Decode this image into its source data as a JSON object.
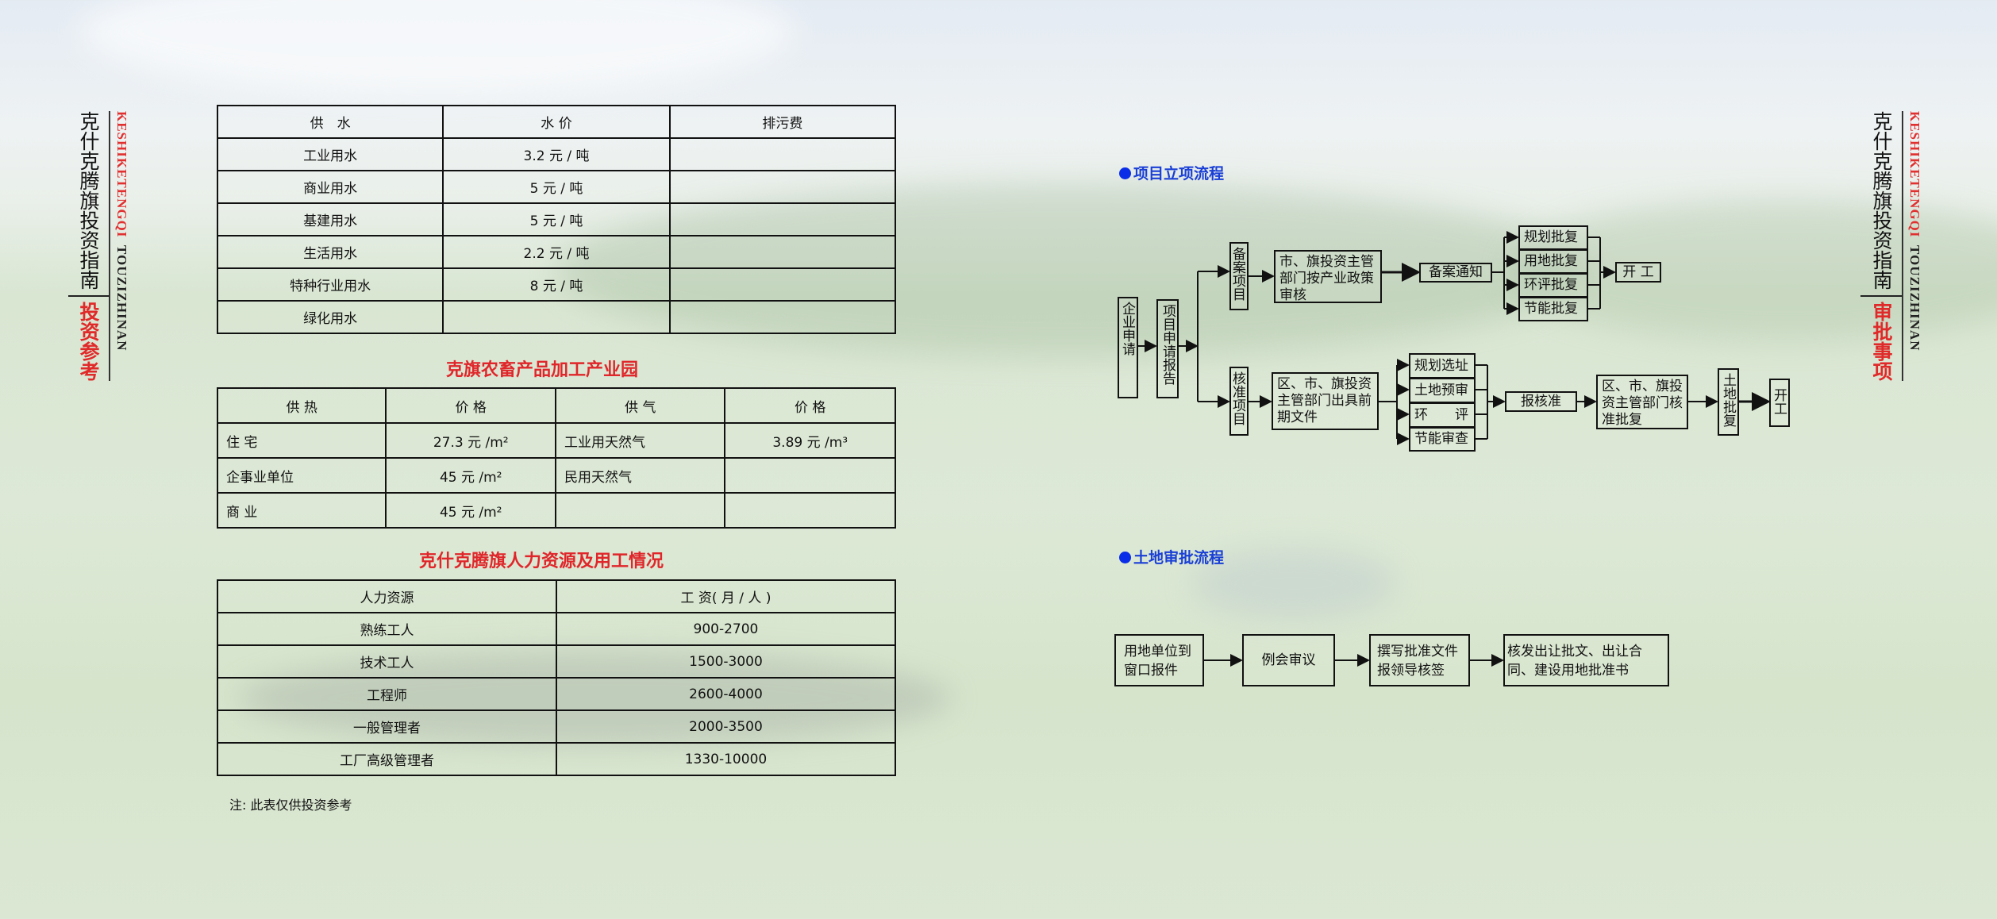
{
  "left_banner": {
    "title": "克什克腾旗投资指南",
    "section": "投资参考",
    "latin_red": "KESHIKETENGQI",
    "latin_black": "TOUZIZHINAN"
  },
  "right_banner": {
    "title": "克什克腾旗投资指南",
    "section": "审批事项",
    "latin_red": "KESHIKETENGQI",
    "latin_black": "TOUZIZHINAN"
  },
  "water_table": {
    "headers": [
      "供　水",
      "水 价",
      "排污费"
    ],
    "rows": [
      [
        "工业用水",
        "3.2 元 / 吨",
        ""
      ],
      [
        "商业用水",
        "5 元 / 吨",
        ""
      ],
      [
        "基建用水",
        "5 元 / 吨",
        ""
      ],
      [
        "生活用水",
        "2.2 元 / 吨",
        ""
      ],
      [
        "特种行业用水",
        "8 元 / 吨",
        ""
      ],
      [
        "绿化用水",
        "",
        ""
      ]
    ]
  },
  "park": {
    "title": "克旗农畜产品加工产业园",
    "headers": [
      "供 热",
      "价 格",
      "供 气",
      "价 格"
    ],
    "rows": [
      [
        "住 宅",
        "27.3 元 /m²",
        "工业用天然气",
        "3.89 元 /m³"
      ],
      [
        "企事业单位",
        "45 元 /m²",
        "民用天然气",
        ""
      ],
      [
        "商 业",
        "45 元 /m²",
        "",
        ""
      ]
    ]
  },
  "labor": {
    "title": "克什克腾旗人力资源及用工情况",
    "headers": [
      "人力资源",
      "工 资( 月 / 人 )"
    ],
    "rows": [
      [
        "熟练工人",
        "900-2700"
      ],
      [
        "技术工人",
        "1500-3000"
      ],
      [
        "工程师",
        "2600-4000"
      ],
      [
        "一般管理者",
        "2000-3500"
      ],
      [
        "工厂高级管理者",
        "1330-10000"
      ]
    ],
    "note": "注: 此表仅供投资参考"
  },
  "project_flow": {
    "title": "项目立项流程",
    "start": "企业申请",
    "report": "项目申请报告",
    "record": {
      "type": "备案项目",
      "review": "市、旗投资主管部门按产业政策审核",
      "notice": "备案通知",
      "approvals": [
        "规划批复",
        "用地批复",
        "环评批复",
        "节能批复"
      ],
      "end": "开 工"
    },
    "approve": {
      "type": "核准项目",
      "docs": "区、市、旗投资主管部门出具前期文件",
      "checks": [
        "规划选址",
        "土地预审",
        "环　　评",
        "节能审查"
      ],
      "submit": "报核准",
      "final": "区、市、旗投资主管部门核准批复",
      "land": "土地批复",
      "end": "开工"
    }
  },
  "land_flow": {
    "title": "土地审批流程",
    "steps": [
      "用地单位到窗口报件",
      "例会审议",
      "撰写批准文件报领导核签",
      "核发出让批文、出让合同、建设用地批准书"
    ]
  }
}
